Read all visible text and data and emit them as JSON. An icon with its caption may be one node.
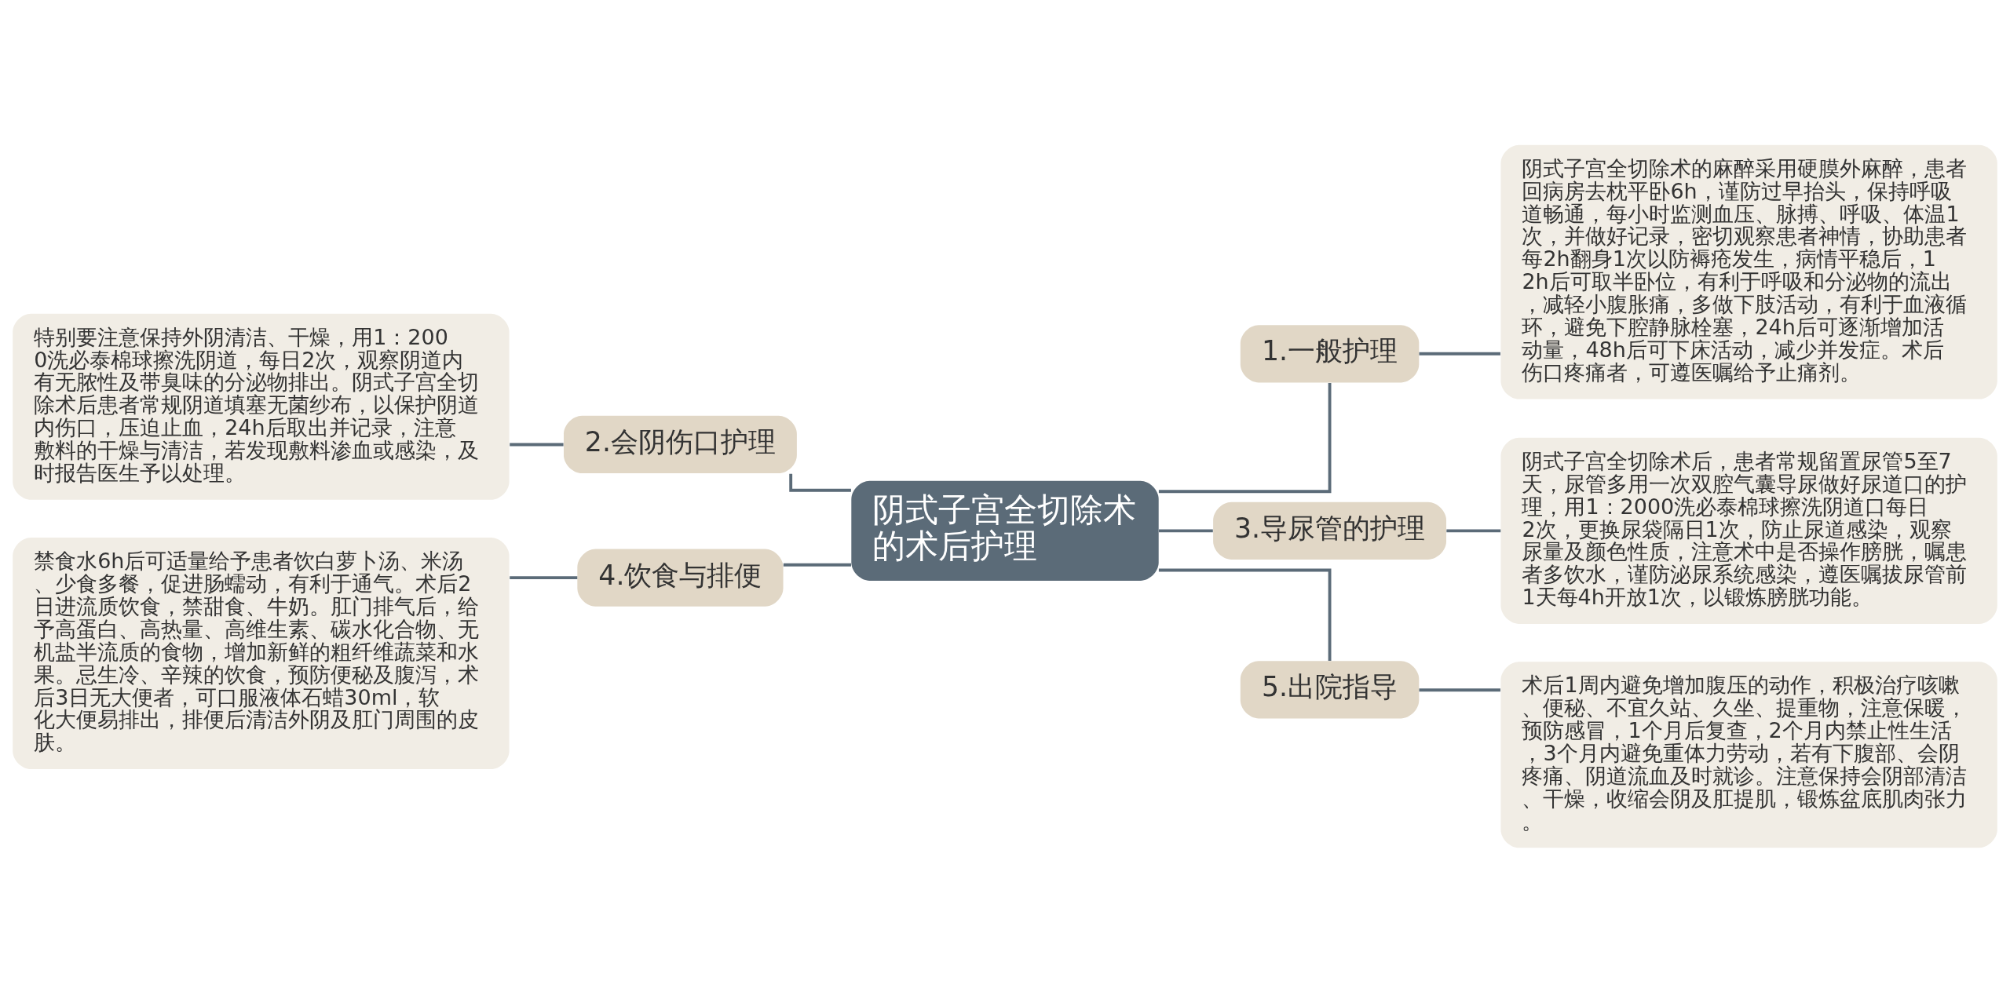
{
  "diagram": {
    "nodes": [
      {
        "text": [
          "阴式子宫全切除术的术后护理"
        ]
      },
      {
        "text": [
          "1.一般护理"
        ]
      },
      {
        "text": [
          "阴式子宫全切除术的麻醉采用硬膜外麻醉，患者回病房去枕平卧6h，谨防过早抬头，保持呼吸道畅通，每小时监测血压、脉搏、呼吸、体温1次，并做好记录，密切观察患者神情，协助患者每2h翻身1次以防褥疮发生，病情平稳后，12h后可取半卧位，有利于呼吸和分泌物的流出，减轻小腹胀痛，多做下肢活动，有利于血液循环，避免下腔静脉栓塞，24h后可逐渐增加活动量，48h后可下床活动，减少并发症。术后伤口疼痛者，可遵医嘱给予止痛剂。"
        ]
      },
      {
        "text": [
          "2.会阴伤口护理"
        ]
      },
      {
        "text": [
          "特别要注意保持外阴清洁、干燥，用1：2000洗必泰棉球擦洗阴道，每日2次，观察阴道内有无脓性及带臭味的分泌物排出。阴式子宫全切除术后患者常规阴道填塞无菌纱布，以保护阴道内伤口，压迫止血，24h后取出并记录，注意敷料的干燥与清洁，若发现敷料渗血或感染，及时报告医生予以处理。"
        ]
      },
      {
        "text": [
          "3.导尿管的护理"
        ]
      },
      {
        "text": [
          "阴式子宫全切除术后，患者常规留置尿管5至7天，尿管多用一次双腔气囊导尿做好尿道口的护理，用1：2000洗必泰棉球擦洗阴道口每日2次，更换尿袋隔日1次，防止尿道感染，观察尿量及颜色性质，注意术中是否操作膀胱，嘱患者多饮水，谨防泌尿系统感染，遵医嘱拔尿管前1天每4h开放1次，以锻炼膀胱功能。"
        ]
      },
      {
        "text": [
          "4.饮食与排便"
        ]
      },
      {
        "text": [
          "禁食水6h后可适量给予患者饮白萝卜汤、米汤、少食多餐，促进肠蠕动，有利于通气。术后2日进流质饮食，禁甜食、牛奶。肛门排气后，给予高蛋白、高热量、高维生素、碳水化合物、无机盐半流质的食物，增加新鲜的粗纤维蔬菜和水果。忌生冷、辛辣的饮食，预防便秘及腹泻，术后3日无大便者，可口服液体石蜡30ml，软化大便易排出，排便后清洁外阴及肛门周围的皮肤。"
        ]
      },
      {
        "text": [
          "5.出院指导"
        ]
      },
      {
        "text": [
          "术后1周内避免增加腹压的动作，积极治疗咳嗽、便秘、不宜久站、久坐、提重物，注意保暖，预防感冒，1个月后复查，2个月内禁止性生活，3个月内避免重体力劳动，若有下腹部、会阴疼痛、阴道流血及时就诊。注意保持会阴部清洁、干燥，收缩会阴及肛提肌，锻炼盆底肌肉张力。"
        ]
      }
    ],
    "edges": [
      {
        "from": 0,
        "to": 1,
        "arrow": "none"
      },
      {
        "from": 1,
        "to": 2,
        "arrow": "none"
      },
      {
        "from": 0,
        "to": 3,
        "arrow": "none"
      },
      {
        "from": 3,
        "to": 4,
        "arrow": "none"
      },
      {
        "from": 0,
        "to": 5,
        "arrow": "none"
      },
      {
        "from": 5,
        "to": 6,
        "arrow": "none"
      },
      {
        "from": 0,
        "to": 7,
        "arrow": "none"
      },
      {
        "from": 7,
        "to": 8,
        "arrow": "none"
      },
      {
        "from": 0,
        "to": 9,
        "arrow": "none"
      },
      {
        "from": 9,
        "to": 10,
        "arrow": "none"
      }
    ]
  }
}
